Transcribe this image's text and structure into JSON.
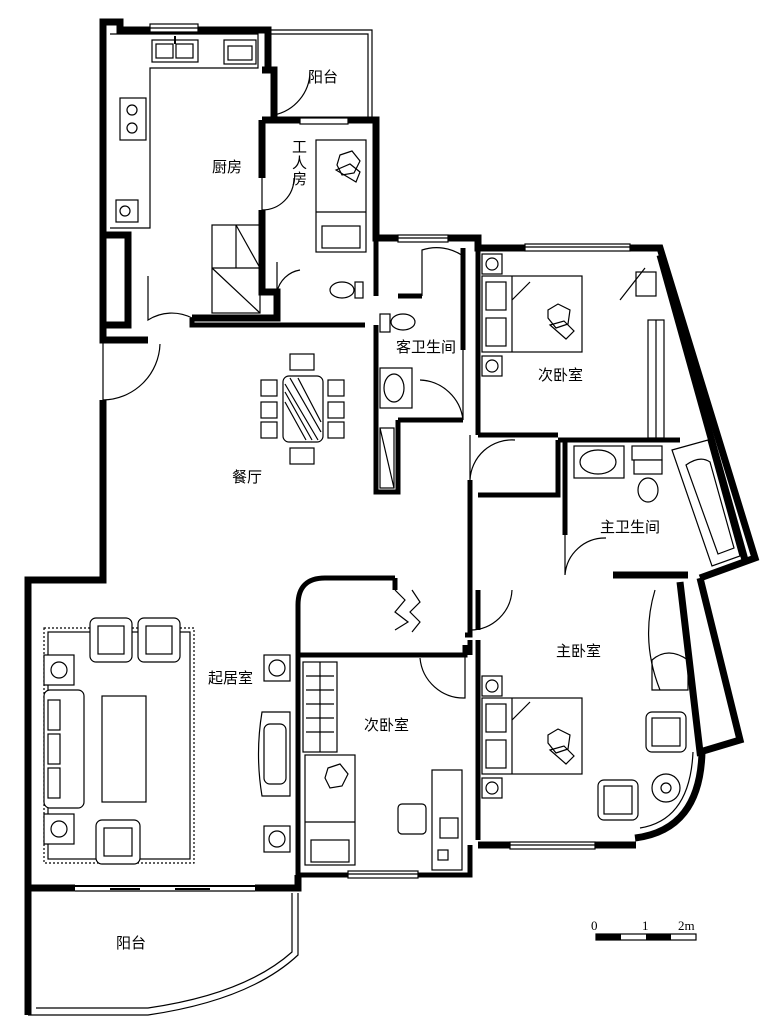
{
  "rooms": {
    "balcony_top": "阳台",
    "kitchen": "厨房",
    "maid_room": "工人房",
    "guest_bath": "客卫生间",
    "bedroom_ne": "次卧室",
    "dining": "餐厅",
    "master_bath": "主卫生间",
    "master_bedroom": "主卧室",
    "living_room": "起居室",
    "bedroom_s": "次卧室",
    "balcony_bottom": "阳台"
  },
  "scale_bar": {
    "tick_0": "0",
    "tick_1": "1",
    "tick_2": "2m"
  }
}
